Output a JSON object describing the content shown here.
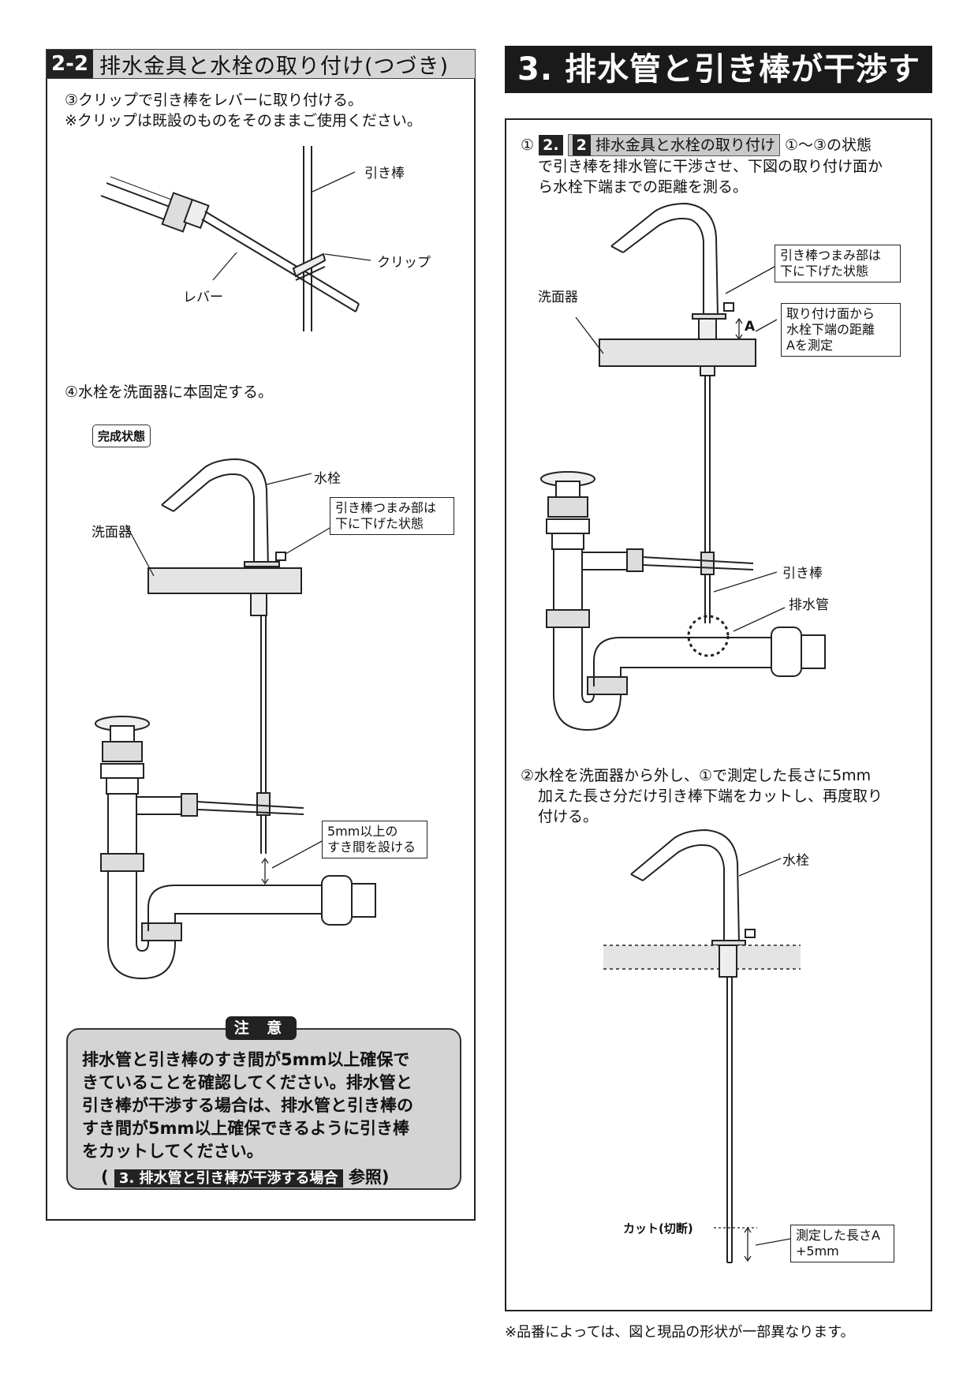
{
  "left": {
    "header": {
      "num": "2-2",
      "title": "排水金具と水栓の取り付け(つづき)"
    },
    "step3_line1": "③クリップで引き棒をレバーに取り付ける。",
    "step3_line2": "※クリップは既設のものをそのままご使用ください。",
    "fig1": {
      "pull_rod": "引き棒",
      "clip": "クリップ",
      "lever": "レバー"
    },
    "step4": "④水栓を洗面器に本固定する。",
    "complete_tag": "完成状態",
    "fig2": {
      "faucet": "水栓",
      "knob_line1": "引き棒つまみ部は",
      "knob_line2": "下に下げた状態",
      "basin": "洗面器",
      "gap_line1": "5mm以上の",
      "gap_line2": "すき間を設ける"
    },
    "caution": {
      "tag": "注 意",
      "line1": "排水管と引き棒のすき間が5mm以上確保で",
      "line2": "きていることを確認してください。排水管と",
      "line3": "引き棒が干渉する場合は、排水管と引き棒の",
      "line4": "すき間が5mm以上確保できるように引き棒",
      "line5": "をカットしてください。",
      "ref_open": "(",
      "ref": "3. 排水管と引き棒が干渉する場合",
      "ref_close": "参照)"
    }
  },
  "right": {
    "header": "3. 排水管と引き棒が干渉する場合",
    "step1": {
      "prefix": "①",
      "ref_num1": "2.",
      "ref_num2": "2",
      "ref_title": "排水金具と水栓の取り付け",
      "suffix": "①〜③の状態",
      "line2": "で引き棒を排水管に干渉させ、下図の取り付け面か",
      "line3": "ら水栓下端までの距離を測る。"
    },
    "fig3": {
      "knob_line1": "引き棒つまみ部は",
      "knob_line2": "下に下げた状態",
      "basin": "洗面器",
      "a_mark": "A",
      "dist_line1": "取り付け面から",
      "dist_line2": "水栓下端の距離",
      "dist_line3": "Aを測定",
      "pull_rod": "引き棒",
      "drain_pipe": "排水管"
    },
    "step2_line1": "②水栓を洗面器から外し、①で測定した長さに5mm",
    "step2_line2": "加えた長さ分だけ引き棒下端をカットし、再度取り",
    "step2_line3": "付ける。",
    "fig4": {
      "faucet": "水栓",
      "cut": "カット(切断)",
      "len_line1": "測定した長さA",
      "len_line2": "+5mm"
    }
  },
  "footnote": "※品番によっては、図と現品の形状が一部異なります。"
}
